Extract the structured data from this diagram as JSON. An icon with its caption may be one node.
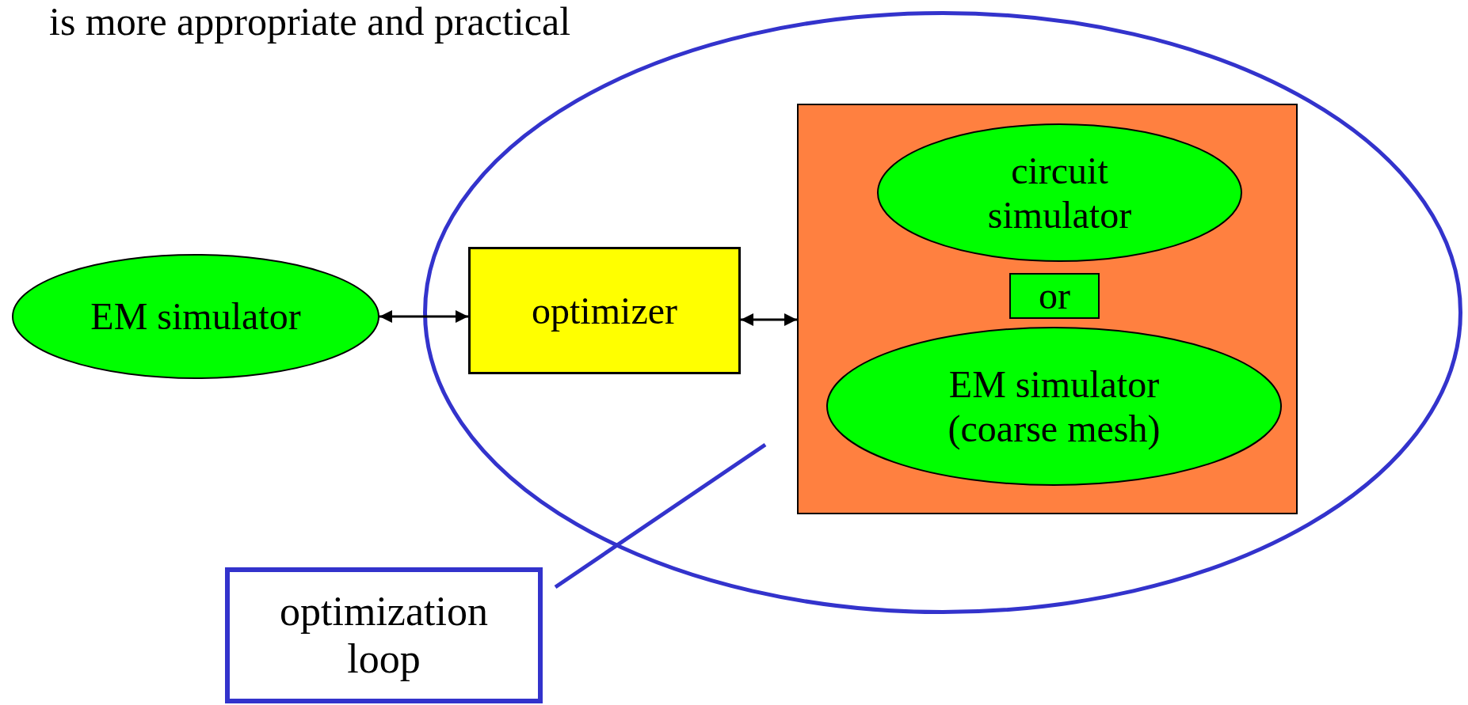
{
  "diagram": {
    "nodes": [
      {
        "text": [
          "EM simulator"
        ]
      },
      {
        "text": [],
        "shape": "ellipse"
      },
      {
        "text": [
          "optimizer"
        ],
        "in": 1
      },
      {
        "text": [],
        "shape": "box",
        "in": 1
      },
      {
        "text": [
          "circuit simulator"
        ],
        "in": 3
      },
      {
        "text": [
          "or"
        ],
        "in": 3
      },
      {
        "text": [
          "EM simulator (coarse mesh)"
        ],
        "in": 3
      },
      {
        "text": [
          "optimization loop"
        ]
      }
    ],
    "edges": [
      {
        "from": 0,
        "to": 2,
        "arrow": "both"
      },
      {
        "from": 2,
        "to": 3,
        "arrow": "both"
      },
      {
        "from": 7,
        "to": 1,
        "arrow": "none",
        "color": "#3333cc"
      }
    ],
    "labels": [
      "is more appropriate and practical"
    ]
  }
}
